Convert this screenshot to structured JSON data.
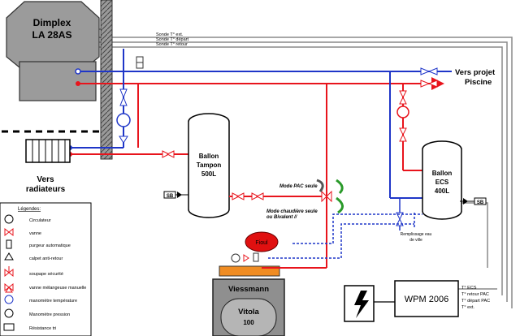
{
  "heatpump": {
    "line1": "Dimplex",
    "line2": "LA 28AS"
  },
  "sensors": {
    "ext": "Sonde T° ext.",
    "depart": "Sonde T° départ",
    "retour": "Sonde T° retour"
  },
  "pool": {
    "line1": "Vers projet",
    "line2": "Piscine"
  },
  "radiators": {
    "line1": "Vers",
    "line2": "radiateurs"
  },
  "buffer_tank": {
    "line1": "Ballon",
    "line2": "Tampon",
    "line3": "500L"
  },
  "ecs_tank": {
    "line1": "Ballon",
    "line2": "ECS",
    "line3": "400L"
  },
  "modes": {
    "pac": "Mode PAC seule",
    "boiler_line1": "Mode chaudière seule",
    "boiler_line2": "ou Bivalent //"
  },
  "oil": "Fioul",
  "fill": {
    "line1": "Remplissage eau",
    "line2": "de ville"
  },
  "boiler": {
    "line1": "Viessmann",
    "line2": "Vitola",
    "line3": "100"
  },
  "controller": {
    "name": "WPM 2006",
    "labels": [
      "T° ECS",
      "T° retour PAC",
      "T° départ PAC",
      "T° ext."
    ]
  },
  "legend": {
    "title": "Légendes:",
    "items": [
      "Circulateur",
      "vanne",
      "purgeur automatique",
      "calpet anti-retour",
      "soupape sécurité",
      "vanne mélangeuse manuelle",
      "manomètre température",
      "Manomètre pression",
      "Résistance tri"
    ]
  },
  "badges": {
    "sb": "SB",
    "sb2": "SB"
  },
  "colors": {
    "hot": "#e8141c",
    "cold": "#1f36c8",
    "sensor": "#8a8a8a",
    "wall": "#777777",
    "oil": "#e01010"
  }
}
